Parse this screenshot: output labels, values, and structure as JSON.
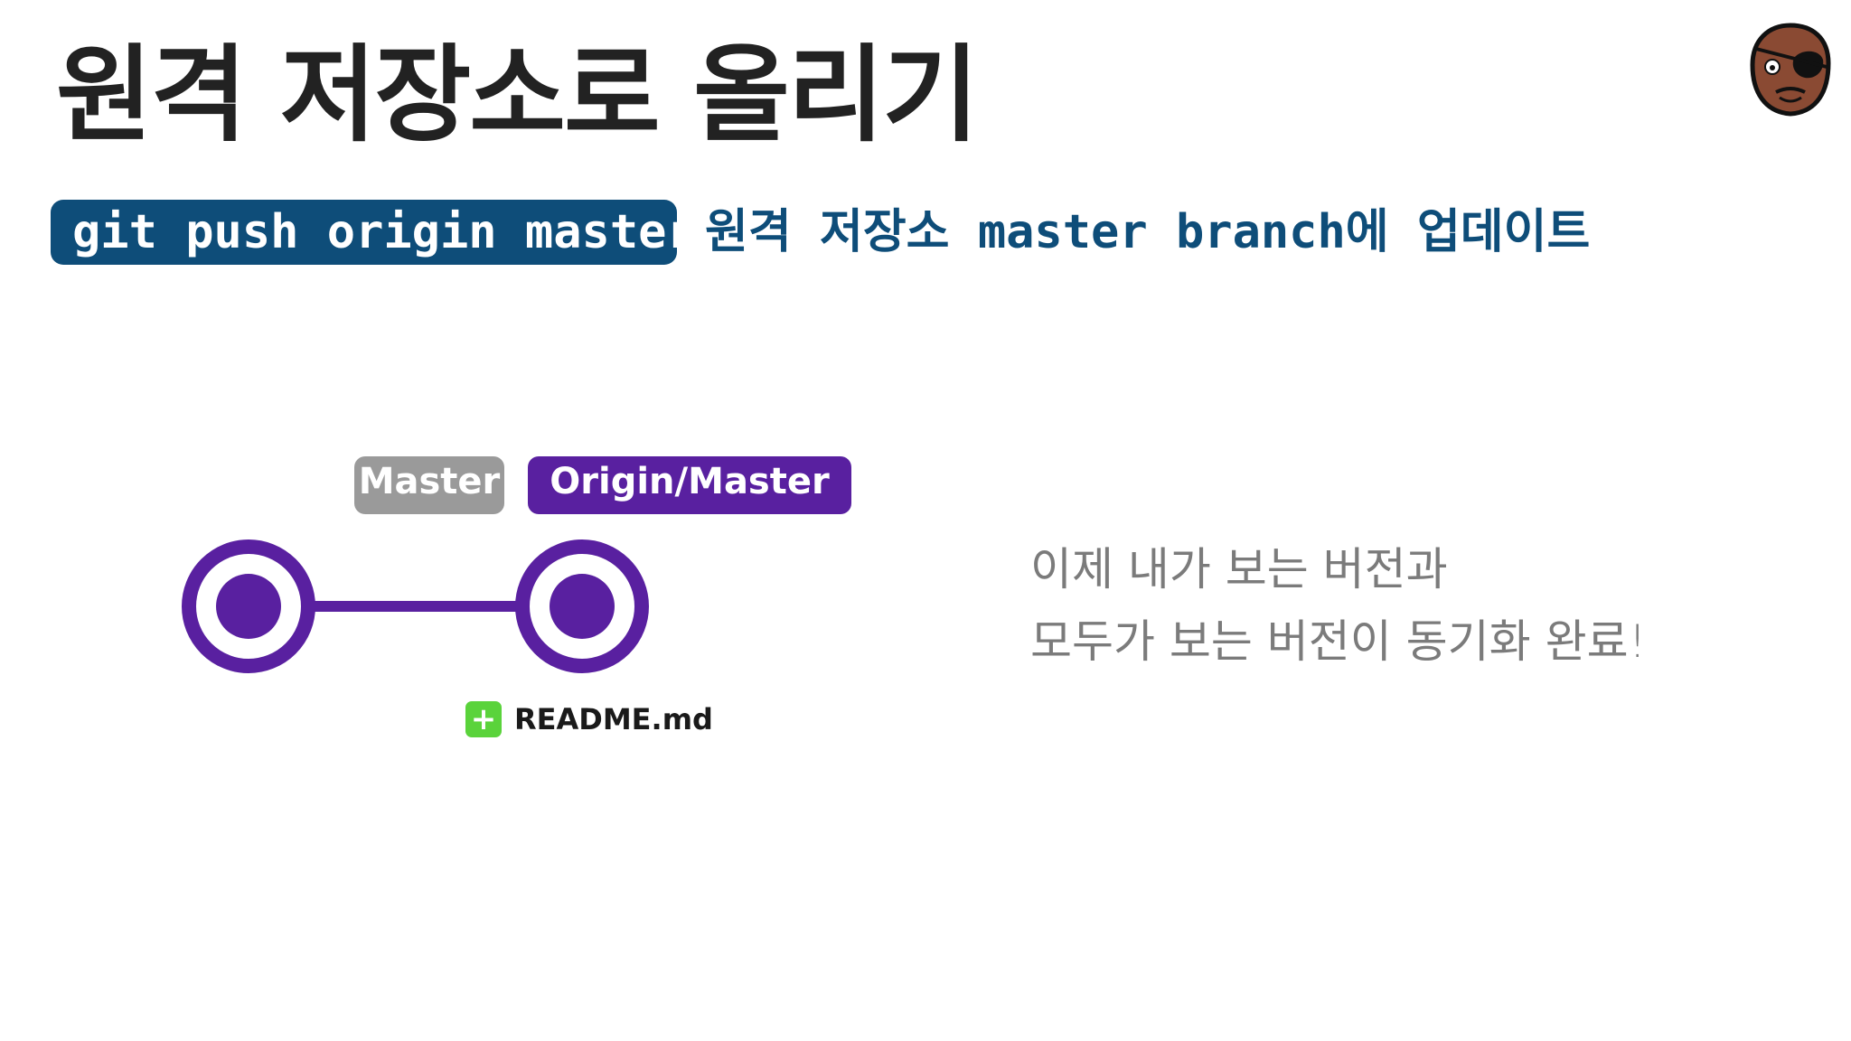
{
  "slide": {
    "title": "원격 저장소로 올리기",
    "command": "git push origin master",
    "command_description": "원격 저장소 master branch에 업데이트"
  },
  "diagram": {
    "labels": {
      "local_branch": "Master",
      "remote_branch": "Origin/Master"
    },
    "file_badge": "+",
    "file_name": "README.md"
  },
  "note": {
    "line1": "이제 내가 보는 버전과",
    "line2": "모두가 보는 버전이 동기화 완료!"
  },
  "colors": {
    "title": "#222222",
    "command_bg": "#0e4d79",
    "command_text": "#ffffff",
    "description": "#0e4d79",
    "commit_purple": "#5920a0",
    "master_tag": "#9a9a9a",
    "file_badge": "#5ad33b",
    "note_text": "#7b7b7b"
  },
  "icons": {
    "presenter_avatar": "eyepatch-character-icon",
    "file_added": "plus-icon"
  }
}
